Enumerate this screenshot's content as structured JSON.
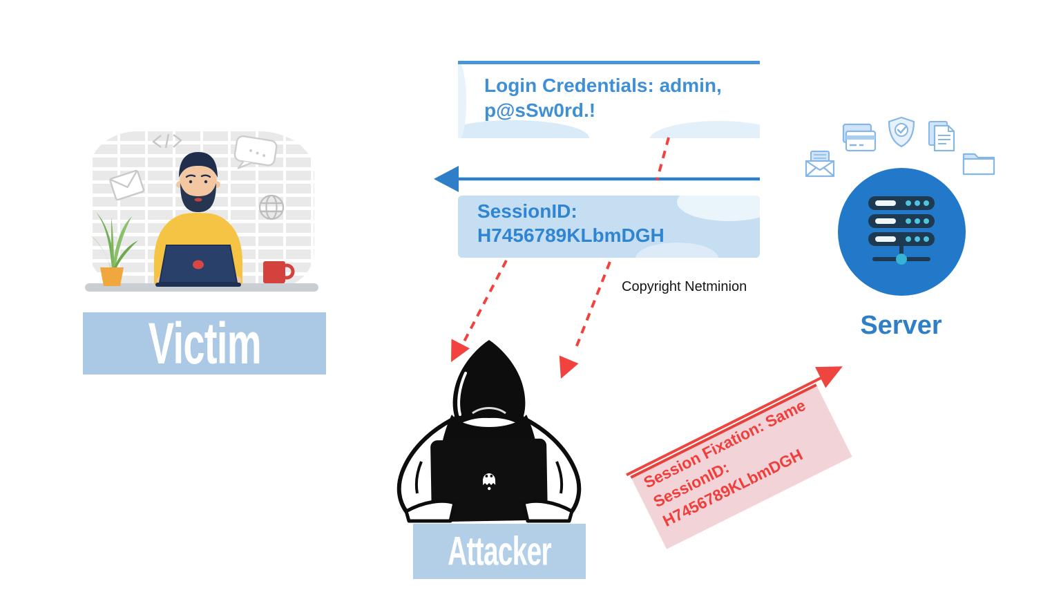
{
  "labels": {
    "victim": "Victim",
    "attacker": "Attacker",
    "server": "Server"
  },
  "messages": {
    "login_line1": "Login Credentials: admin,",
    "login_line2": "p@sSw0rd.!",
    "session_line1": "SessionID:",
    "session_line2": "H7456789KLbmDGH",
    "fixation_line1": "Session Fixation: Same",
    "fixation_line2": "SessionID:",
    "fixation_line3": "H7456789KLbmDGH"
  },
  "copyright": "Copyright Netminion",
  "colors": {
    "message_text_blue": "#3E8FD6",
    "arrow_blue": "#2E7FC8",
    "session_box_bg": "#C5DEF1",
    "label_bg_light_blue": "#ABC9E4",
    "server_circle_blue": "#2279C9",
    "server_rack_navy": "#1E3A52",
    "alert_red": "#F2423E",
    "fixation_note_bg": "#F2D4D8",
    "shirt_yellow": "#F6C445",
    "mug_red": "#D3423D"
  },
  "icons": {
    "server_icons": [
      "mail-icon",
      "credit-card-icon",
      "shield-check-icon",
      "document-icon",
      "folder-icon"
    ],
    "victim_doodles": [
      "code-doodle-icon",
      "envelope-doodle-icon",
      "chat-doodle-icon",
      "globe-doodle-icon"
    ],
    "attacker_laptop_logo": "ghost-icon",
    "server_center": "server-rack-icon"
  }
}
